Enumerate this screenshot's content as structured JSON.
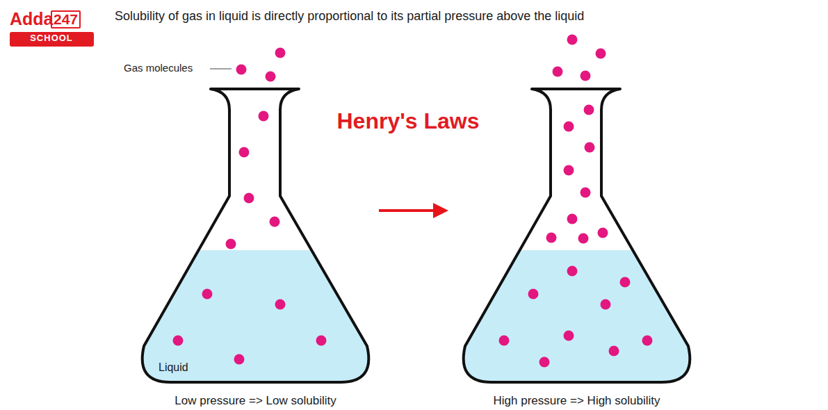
{
  "diagram": {
    "title": "Solubility of gas in liquid is directly proportional to its partial pressure above the liquid",
    "nodes": [
      {
        "text": [
          "Liquid",
          "Low pressure => Low solubility"
        ]
      },
      {
        "text": [
          "High pressure => High solubility"
        ]
      }
    ],
    "edges": [
      {
        "from": 0,
        "to": 1,
        "arrow": "to"
      }
    ],
    "labels": [
      "Adda",
      "247",
      "SCHOOL",
      "Henry's Laws",
      "Gas molecules"
    ]
  }
}
